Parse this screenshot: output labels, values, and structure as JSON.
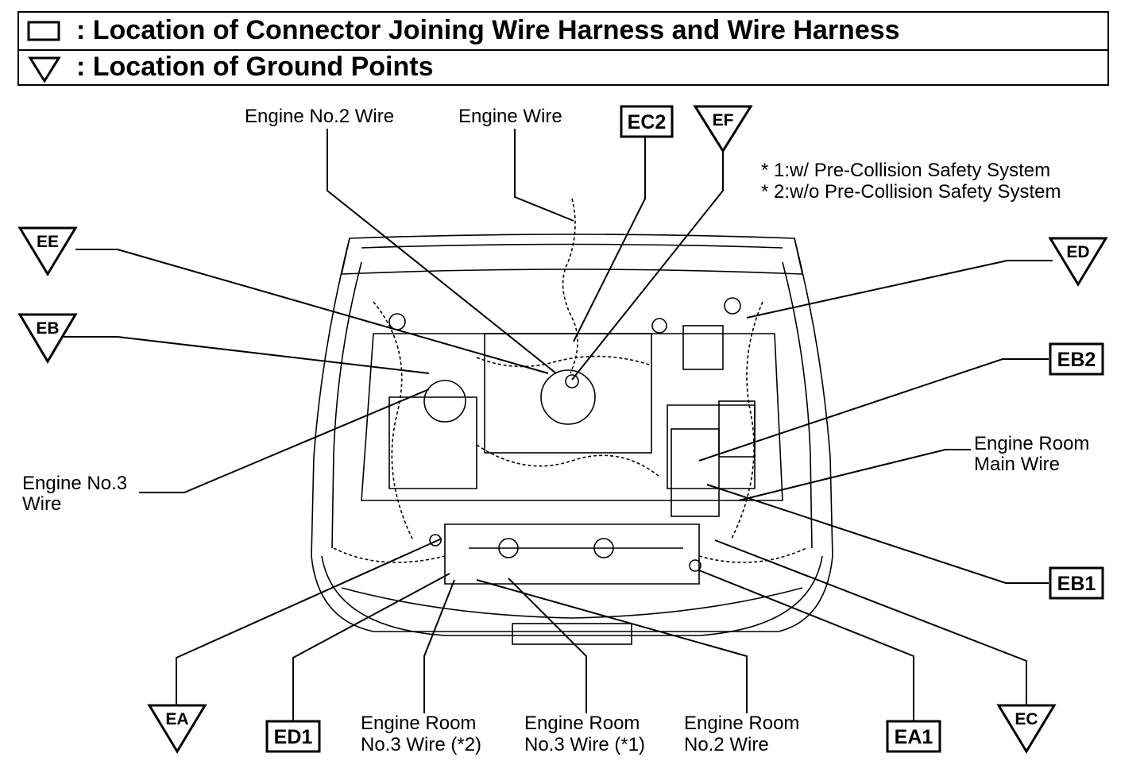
{
  "legend": {
    "connector_text": ": Location of Connector Joining Wire Harness and Wire Harness",
    "connector_symbol": "square-icon",
    "ground_text": ": Location of Ground Points",
    "ground_symbol": "triangle-icon"
  },
  "notes": {
    "note1": "* 1:w/ Pre-Collision Safety System",
    "note2": "* 2:w/o Pre-Collision Safety System"
  },
  "wire_labels": {
    "engine_no2_wire": "Engine No.2 Wire",
    "engine_wire": "Engine Wire",
    "engine_no3_wire_l1": "Engine No.3",
    "engine_no3_wire_l2": "Wire",
    "engine_room_main_l1": "Engine Room",
    "engine_room_main_l2": "Main Wire",
    "er_no3_2_l1": "Engine Room",
    "er_no3_2_l2": "No.3 Wire (*2)",
    "er_no3_1_l1": "Engine Room",
    "er_no3_1_l2": "No.3 Wire (*1)",
    "er_no2_l1": "Engine Room",
    "er_no2_l2": "No.2 Wire"
  },
  "connectors": {
    "ec2": "EC2",
    "eb2": "EB2",
    "eb1": "EB1",
    "ed1": "ED1",
    "ea1": "EA1"
  },
  "grounds": {
    "ef": "EF",
    "ee": "EE",
    "eb": "EB",
    "ed": "ED",
    "ea": "EA",
    "ec": "EC"
  }
}
